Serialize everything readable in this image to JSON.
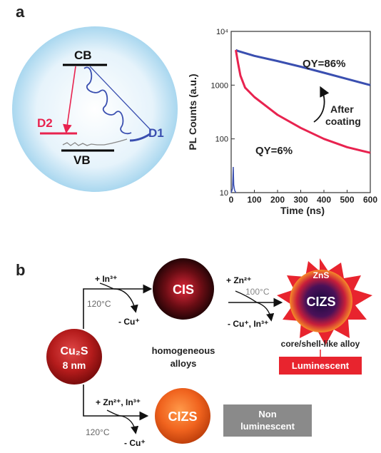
{
  "panel_a": {
    "label": "a",
    "diagram": {
      "cb": "CB",
      "vb": "VB",
      "d1": "D1",
      "d2": "D2"
    },
    "chart_data": {
      "type": "line",
      "xlabel": "Time (ns)",
      "ylabel": "PL Counts (a.u.)",
      "xlim": [
        0,
        600
      ],
      "ylim": [
        10,
        10000
      ],
      "yscale": "log",
      "x_ticks": [
        "0",
        "100",
        "200",
        "300",
        "400",
        "500",
        "600"
      ],
      "y_ticks": [
        "10",
        "100",
        "1000",
        "10⁴"
      ],
      "series": [
        {
          "color": "#3a4fb0",
          "x": [
            20,
            30,
            100,
            200,
            300,
            400,
            500,
            600
          ],
          "y": [
            4500,
            4300,
            3500,
            2800,
            2200,
            1700,
            1300,
            1000
          ]
        },
        {
          "color": "#e8234f",
          "x": [
            20,
            30,
            40,
            60,
            100,
            200,
            300,
            400,
            500,
            600
          ],
          "y": [
            4500,
            2500,
            1500,
            900,
            600,
            280,
            160,
            100,
            70,
            55
          ]
        }
      ],
      "annotations": {
        "qy_top": "QY=86%",
        "qy_bottom": "QY=6%",
        "after_line1": "After",
        "after_line2": "coating"
      }
    }
  },
  "panel_b": {
    "label": "b",
    "cu2s_line1": "Cu₂S",
    "cu2s_line2": "8 nm",
    "cis": "CIS",
    "cizs_core": "CIZS",
    "zns": "ZnS",
    "cizs_bottom": "CIZS",
    "step1_add": "+ In³⁺",
    "step1_temp": "120°C",
    "step1_remove": "- Cu⁺",
    "step2_add": "+ Zn²⁺",
    "step2_temp": "100°C",
    "step2_remove": "- Cu⁺, In³⁺",
    "step3_add": "+ Zn²⁺, In³⁺",
    "step3_temp": "120°C",
    "step3_remove": "- Cu⁺",
    "homogeneous_line1": "homogeneous",
    "homogeneous_line2": "alloys",
    "core_shell": "core/shell-like alloy",
    "luminescent": "Luminescent",
    "non_lum_line1": "Non",
    "non_lum_line2": "luminescent",
    "colors": {
      "luminescent_box": "#e8242e",
      "non_luminescent_box": "#8a8a8a",
      "star": "#e8242e"
    }
  }
}
